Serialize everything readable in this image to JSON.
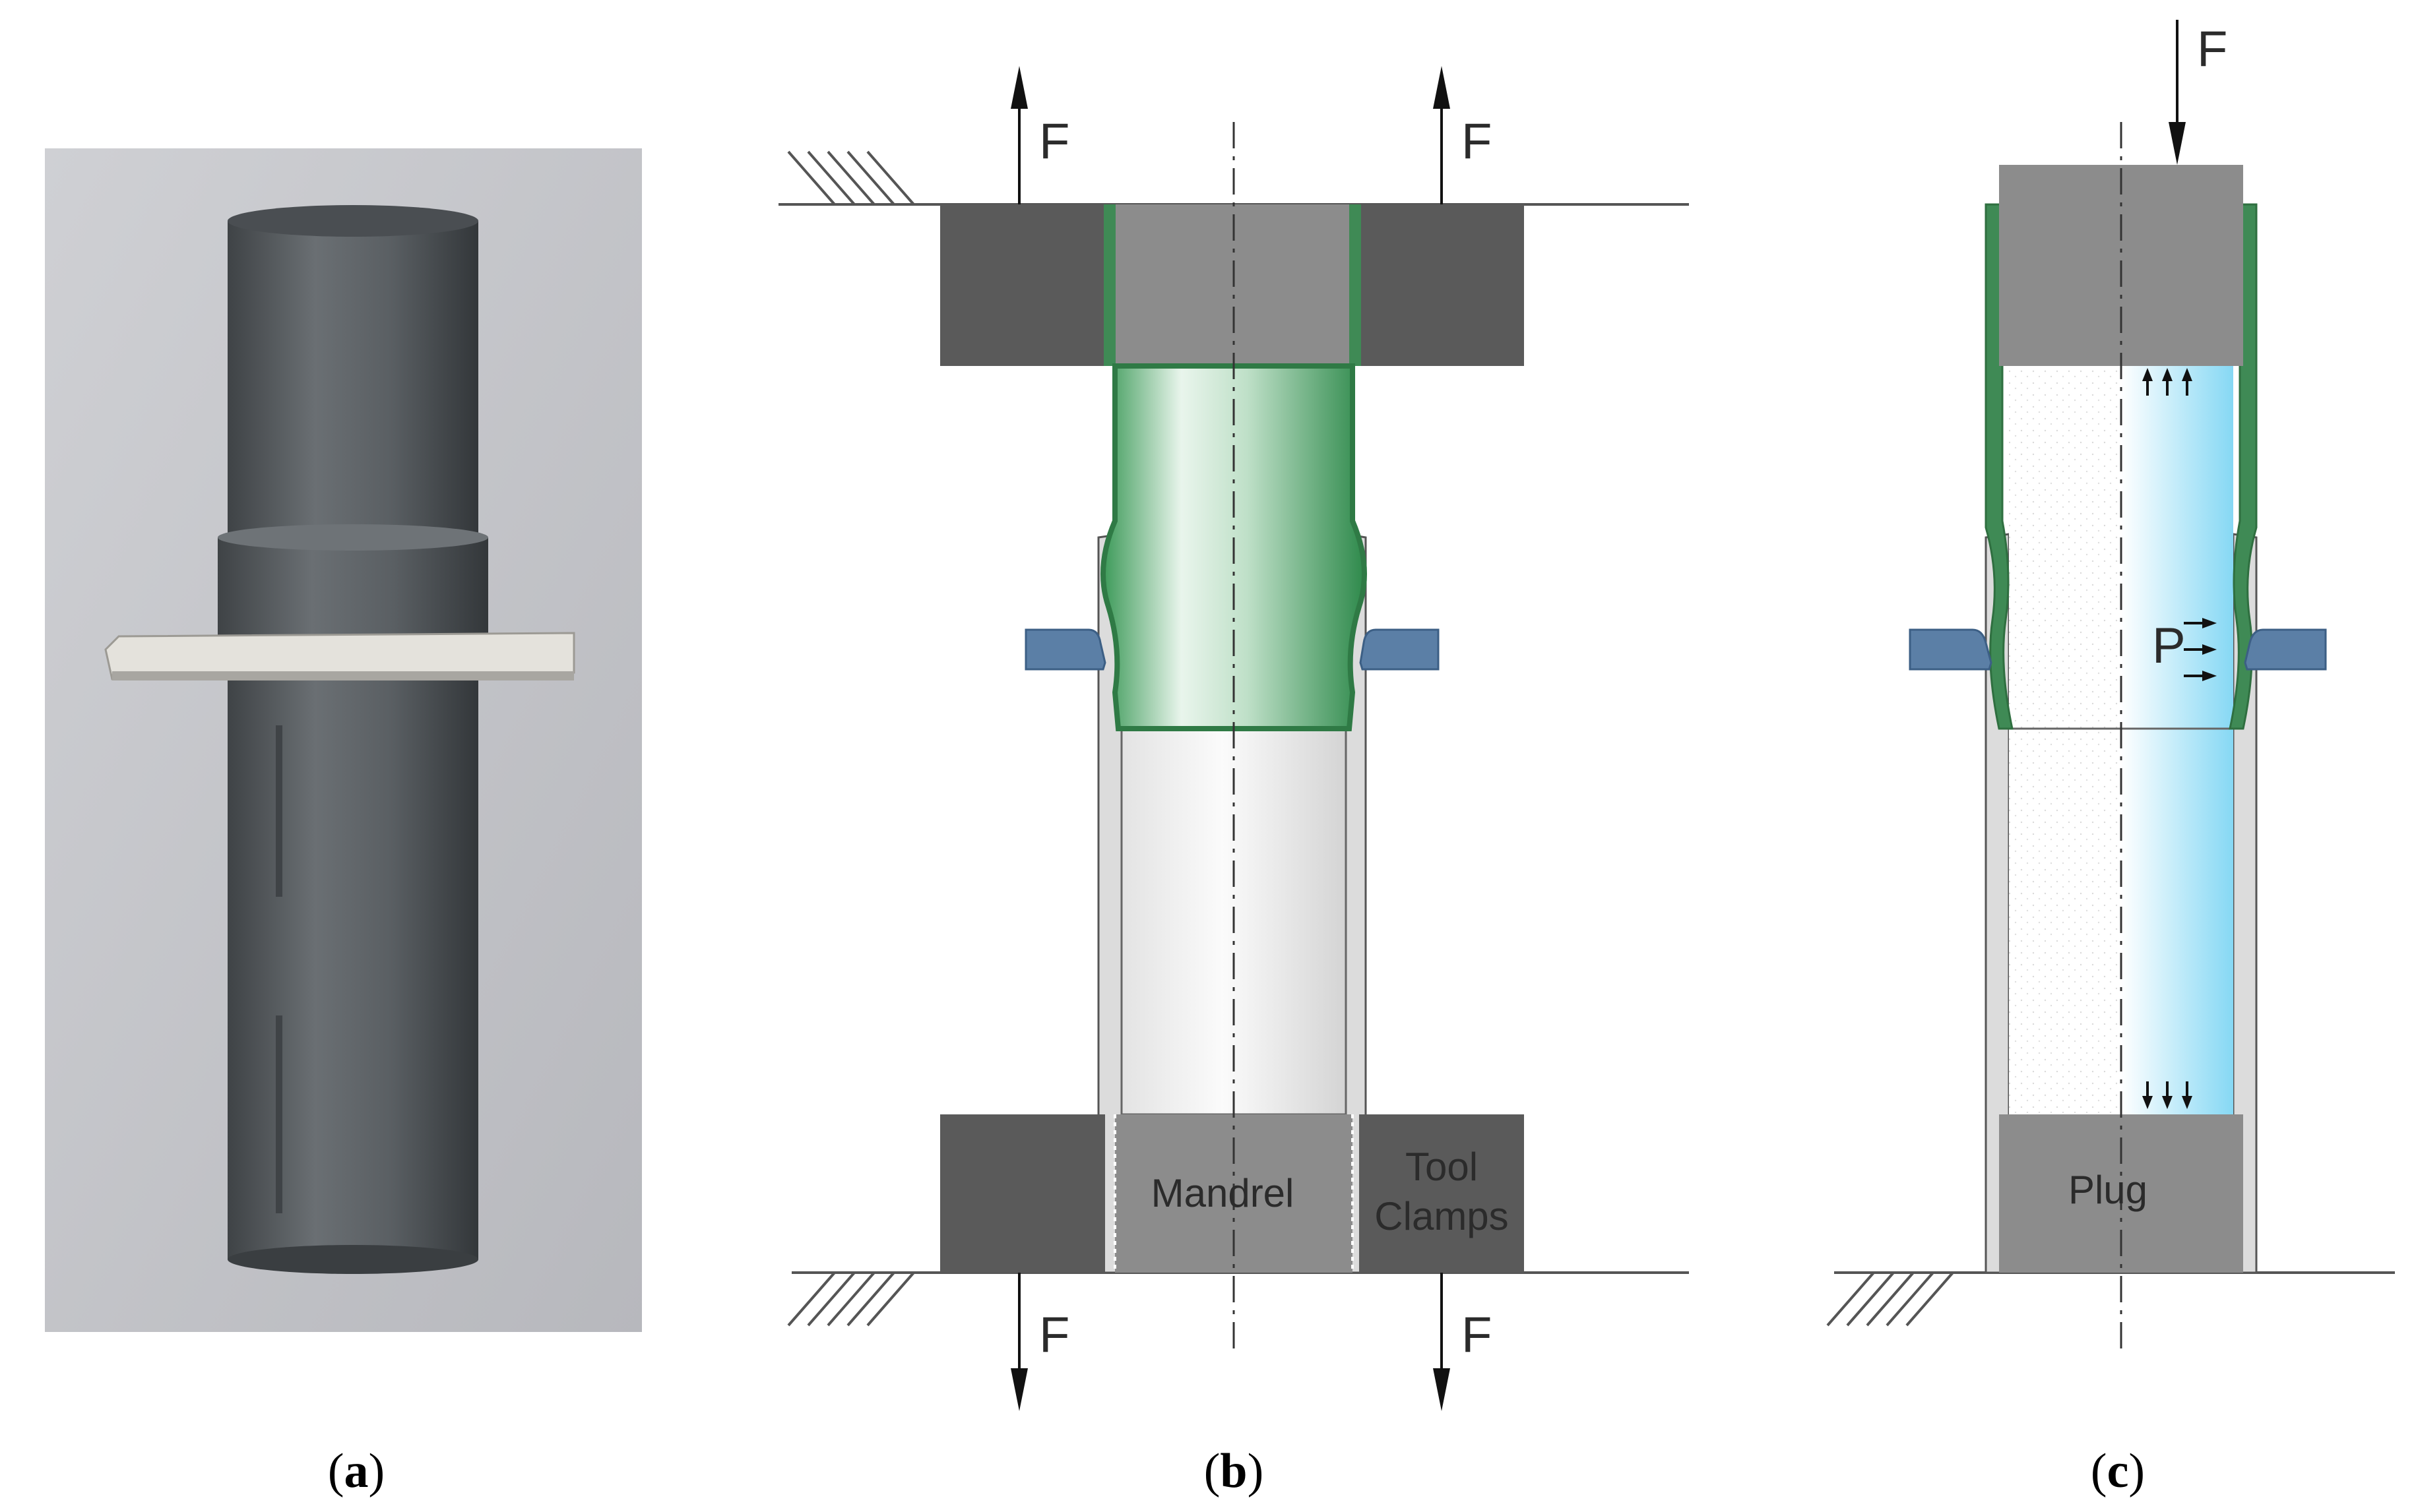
{
  "panels": {
    "a": {
      "caption_open": "(",
      "caption_letter": "a",
      "caption_close": ")"
    },
    "b": {
      "caption_open": "(",
      "caption_letter": "b",
      "caption_close": ")",
      "force_label": "F",
      "mandrel_label": "Mandrel",
      "clamps_label_line1": "Tool",
      "clamps_label_line2": "Clamps"
    },
    "c": {
      "caption_open": "(",
      "caption_letter": "c",
      "caption_close": ")",
      "force_label": "F",
      "pressure_label": "P",
      "plug_label": "Plug"
    }
  },
  "colors": {
    "dark_block": "#5a5a5a",
    "mid_block": "#8c8c8c",
    "tube_green": "#3f8a55",
    "sheet_blue": "#5b7fa6",
    "fluid_blue": "#8fdcf5",
    "pipe_grey": "#50555a"
  }
}
